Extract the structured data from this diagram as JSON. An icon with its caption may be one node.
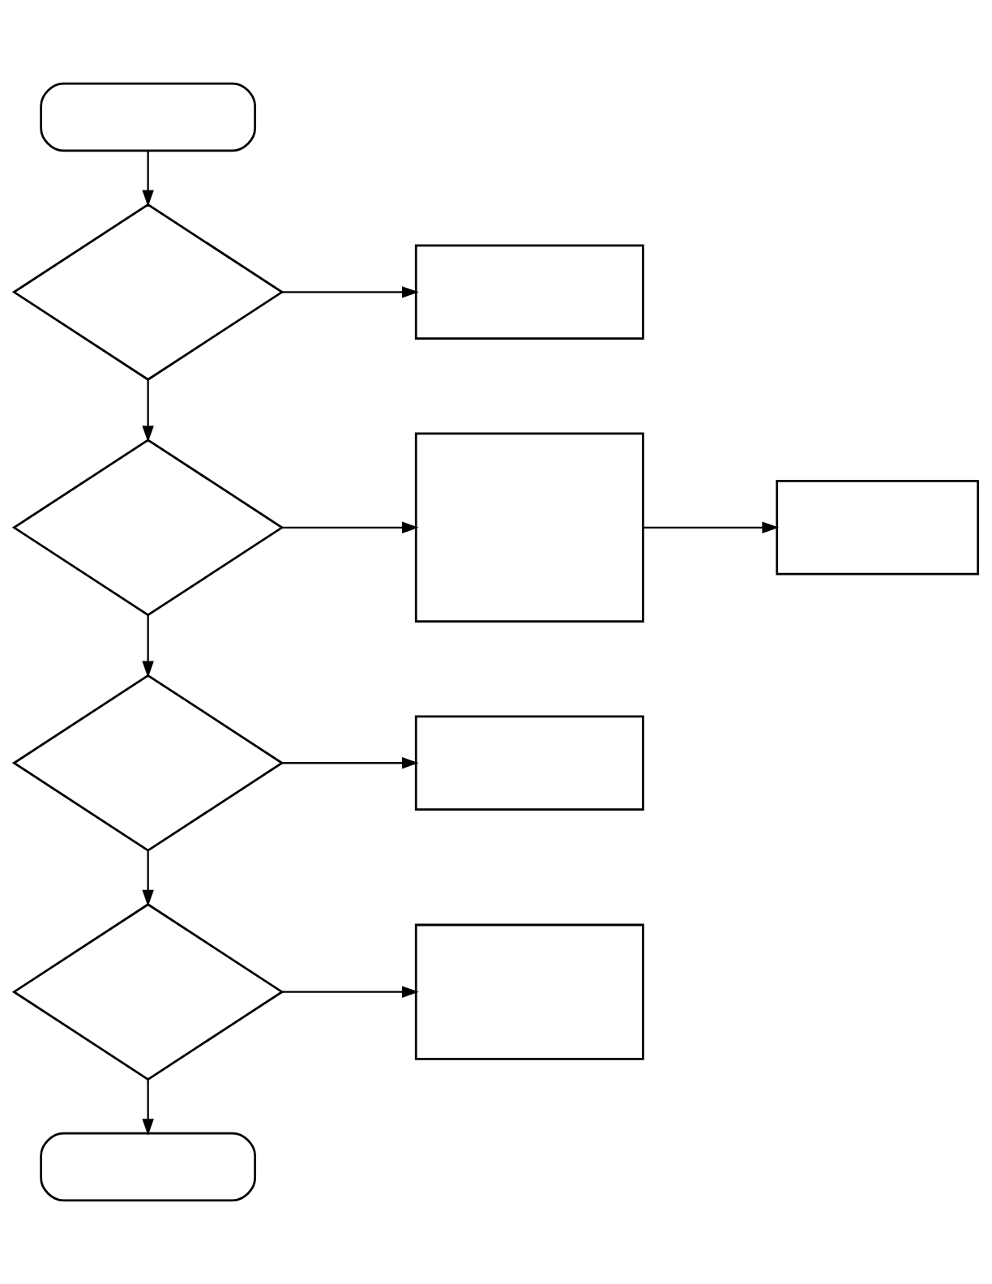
{
  "diagram": {
    "nodes": [
      {
        "text": [],
        "shape": "box"
      },
      {
        "text": [],
        "shape": "diamond"
      },
      {
        "text": [],
        "shape": "box"
      },
      {
        "text": [],
        "shape": "diamond"
      },
      {
        "text": [],
        "shape": "box"
      },
      {
        "text": [],
        "shape": "box"
      },
      {
        "text": [],
        "shape": "diamond"
      },
      {
        "text": [],
        "shape": "box"
      },
      {
        "text": [],
        "shape": "diamond"
      },
      {
        "text": [],
        "shape": "box"
      },
      {
        "text": [],
        "shape": "box"
      }
    ],
    "edges": [
      {
        "from": 0,
        "to": 1,
        "arrow": "to"
      },
      {
        "from": 1,
        "to": 2,
        "arrow": "to"
      },
      {
        "from": 1,
        "to": 3,
        "arrow": "to"
      },
      {
        "from": 3,
        "to": 4,
        "arrow": "to"
      },
      {
        "from": 4,
        "to": 5,
        "arrow": "to"
      },
      {
        "from": 3,
        "to": 6,
        "arrow": "to"
      },
      {
        "from": 6,
        "to": 7,
        "arrow": "to"
      },
      {
        "from": 6,
        "to": 8,
        "arrow": "to"
      },
      {
        "from": 8,
        "to": 9,
        "arrow": "to"
      },
      {
        "from": 8,
        "to": 10,
        "arrow": "to"
      }
    ]
  }
}
